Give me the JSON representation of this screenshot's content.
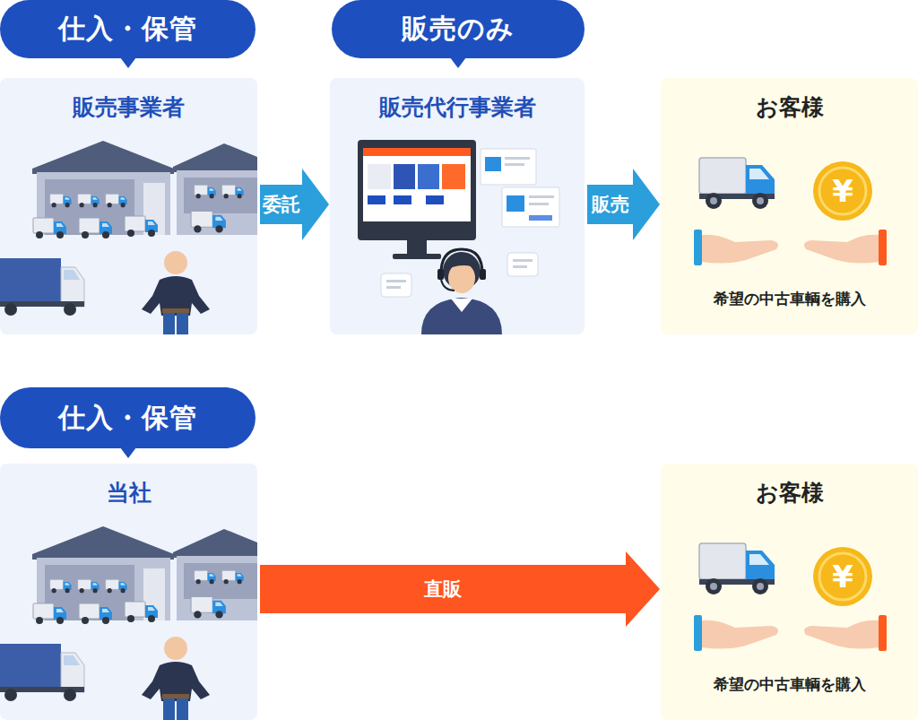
{
  "diagram": {
    "nodes": [
      {
        "text": [
          "仕入・保管"
        ]
      },
      {
        "text": [
          "販売のみ"
        ]
      },
      {
        "text": [
          "販売事業者"
        ]
      },
      {
        "text": [
          "販売代行事業者"
        ]
      },
      {
        "text": [
          "お客様",
          "希望の中古車輌を購入"
        ]
      },
      {
        "text": [
          "仕入・保管"
        ]
      },
      {
        "text": [
          "当社"
        ]
      },
      {
        "text": [
          "お客様",
          "希望の中古車輌を購入"
        ]
      }
    ],
    "edges": [
      {
        "from": 2,
        "to": 3,
        "label": "委託",
        "arrow": "to"
      },
      {
        "from": 3,
        "to": 4,
        "label": "販売",
        "arrow": "to"
      },
      {
        "from": 6,
        "to": 7,
        "label": "直販",
        "arrow": "to"
      }
    ],
    "labels": [
      "¥",
      "¥"
    ]
  }
}
